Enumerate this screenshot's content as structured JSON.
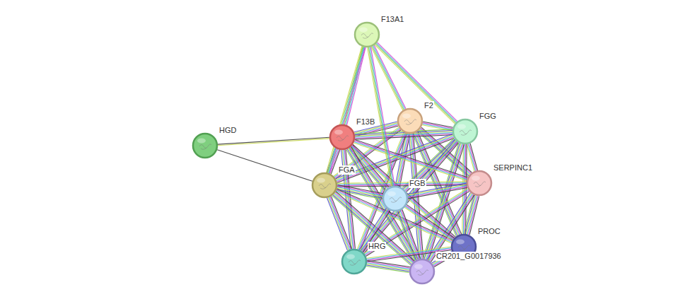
{
  "diagram": {
    "nodes": [
      {
        "text": [
          "F13A1"
        ]
      },
      {
        "text": [
          "F2"
        ]
      },
      {
        "text": [
          "FGG"
        ]
      },
      {
        "text": [
          "F13B"
        ]
      },
      {
        "text": [
          "HGD"
        ]
      },
      {
        "text": [
          "SERPINC1"
        ]
      },
      {
        "text": [
          "FGA"
        ]
      },
      {
        "text": [
          "FGB"
        ]
      },
      {
        "text": [
          "PROC"
        ]
      },
      {
        "text": [
          "HRG"
        ]
      },
      {
        "text": [
          "CR201_G0017936"
        ]
      }
    ],
    "edges": [
      {
        "from": 1,
        "to": 2,
        "arrow": "none"
      },
      {
        "from": 1,
        "to": 3,
        "arrow": "none"
      },
      {
        "from": 1,
        "to": 5,
        "arrow": "none"
      },
      {
        "from": 1,
        "to": 6,
        "arrow": "none"
      },
      {
        "from": 1,
        "to": 7,
        "arrow": "none"
      },
      {
        "from": 1,
        "to": 8,
        "arrow": "none"
      },
      {
        "from": 1,
        "to": 9,
        "arrow": "none"
      },
      {
        "from": 1,
        "to": 10,
        "arrow": "none"
      },
      {
        "from": 2,
        "to": 3,
        "arrow": "none"
      },
      {
        "from": 2,
        "to": 5,
        "arrow": "none"
      },
      {
        "from": 2,
        "to": 6,
        "arrow": "none"
      },
      {
        "from": 2,
        "to": 7,
        "arrow": "none"
      },
      {
        "from": 2,
        "to": 8,
        "arrow": "none"
      },
      {
        "from": 2,
        "to": 9,
        "arrow": "none"
      },
      {
        "from": 2,
        "to": 10,
        "arrow": "none"
      },
      {
        "from": 3,
        "to": 5,
        "arrow": "none"
      },
      {
        "from": 3,
        "to": 6,
        "arrow": "none"
      },
      {
        "from": 3,
        "to": 7,
        "arrow": "none"
      },
      {
        "from": 3,
        "to": 8,
        "arrow": "none"
      },
      {
        "from": 3,
        "to": 9,
        "arrow": "none"
      },
      {
        "from": 3,
        "to": 10,
        "arrow": "none"
      },
      {
        "from": 5,
        "to": 6,
        "arrow": "none"
      },
      {
        "from": 5,
        "to": 7,
        "arrow": "none"
      },
      {
        "from": 5,
        "to": 8,
        "arrow": "none"
      },
      {
        "from": 5,
        "to": 9,
        "arrow": "none"
      },
      {
        "from": 5,
        "to": 10,
        "arrow": "none"
      },
      {
        "from": 6,
        "to": 7,
        "arrow": "none"
      },
      {
        "from": 6,
        "to": 8,
        "arrow": "none"
      },
      {
        "from": 6,
        "to": 9,
        "arrow": "none"
      },
      {
        "from": 6,
        "to": 10,
        "arrow": "none"
      },
      {
        "from": 7,
        "to": 8,
        "arrow": "none"
      },
      {
        "from": 7,
        "to": 9,
        "arrow": "none"
      },
      {
        "from": 7,
        "to": 10,
        "arrow": "none"
      },
      {
        "from": 8,
        "to": 9,
        "arrow": "none"
      },
      {
        "from": 8,
        "to": 10,
        "arrow": "none"
      },
      {
        "from": 9,
        "to": 10,
        "arrow": "none"
      },
      {
        "from": 0,
        "to": 3,
        "arrow": "none"
      },
      {
        "from": 0,
        "to": 1,
        "arrow": "none"
      },
      {
        "from": 0,
        "to": 2,
        "arrow": "none"
      },
      {
        "from": 0,
        "to": 7,
        "arrow": "none"
      },
      {
        "from": 0,
        "to": 6,
        "arrow": "none"
      },
      {
        "from": 4,
        "to": 3,
        "arrow": "none"
      },
      {
        "from": 4,
        "to": 6,
        "arrow": "none"
      }
    ]
  }
}
